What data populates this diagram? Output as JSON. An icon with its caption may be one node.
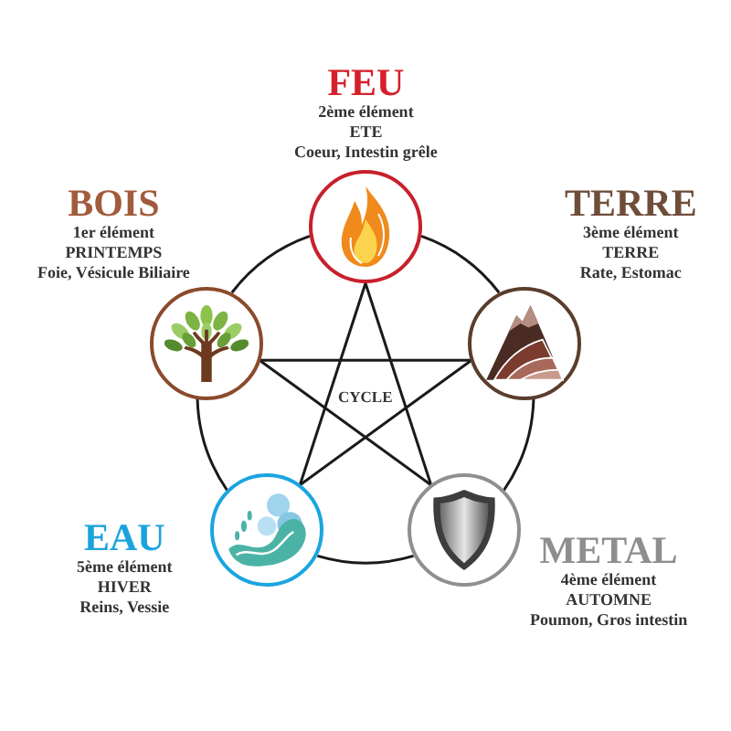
{
  "diagram": {
    "nodes": [
      {
        "text": [
          "FEU",
          "2ème élément",
          "ETE",
          "Coeur, Intestin grêle"
        ]
      },
      {
        "text": [
          "BOIS",
          "1er élément",
          "PRINTEMPS",
          "Foie, Vésicule Biliaire"
        ]
      },
      {
        "text": [
          "TERRE",
          "3ème élément",
          "TERRE",
          "Rate, Estomac"
        ]
      },
      {
        "text": [
          "EAU",
          "5ème élément",
          "HIVER",
          "Reins, Vessie"
        ]
      },
      {
        "text": [
          "METAL",
          "4ème élément",
          "AUTOMNE",
          "Poumon, Gros intestin"
        ]
      }
    ],
    "edges": [
      {
        "from": 0,
        "to": 2,
        "arrow": "none"
      },
      {
        "from": 2,
        "to": 4,
        "arrow": "none"
      },
      {
        "from": 4,
        "to": 3,
        "arrow": "none"
      },
      {
        "from": 3,
        "to": 1,
        "arrow": "none"
      },
      {
        "from": 1,
        "to": 0,
        "arrow": "none"
      },
      {
        "from": 0,
        "to": 4,
        "arrow": "none"
      },
      {
        "from": 4,
        "to": 1,
        "arrow": "none"
      },
      {
        "from": 1,
        "to": 2,
        "arrow": "none"
      },
      {
        "from": 2,
        "to": 3,
        "arrow": "none"
      },
      {
        "from": 3,
        "to": 0,
        "arrow": "none"
      }
    ],
    "labels": [
      "CYCLE"
    ]
  }
}
